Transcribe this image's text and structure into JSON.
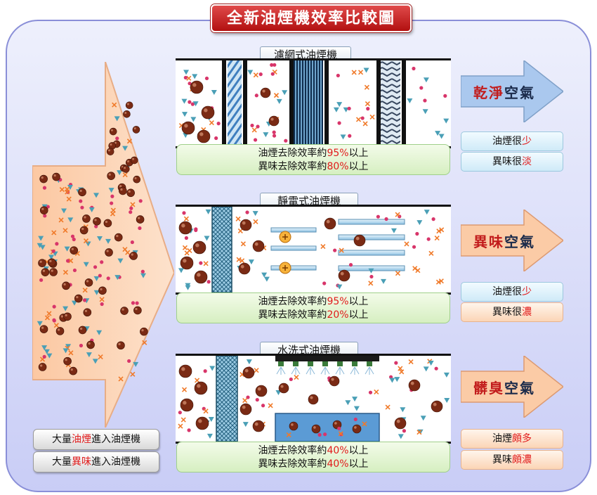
{
  "title": "全新油煙機效率比較圖",
  "inputs": [
    {
      "pre": "大量",
      "hl": "油煙",
      "post": "進入油煙機"
    },
    {
      "pre": "大量",
      "hl": "異味",
      "post": "進入油煙機"
    }
  ],
  "types": [
    {
      "label": "濾網式油煙機",
      "eff1": {
        "pre": "油煙去除效率約",
        "val": "95%",
        "post": "以上"
      },
      "eff2": {
        "pre": "異味去除效率約",
        "val": "80%",
        "post": "以上"
      },
      "result": {
        "hl": "乾淨",
        "rest": "空氣",
        "arrow_color": "#aac8ee"
      },
      "smoke": {
        "pre": "油煙很",
        "hl": "少",
        "style": "blue"
      },
      "odor": {
        "pre": "異味很",
        "hl": "淡",
        "style": "blue"
      }
    },
    {
      "label": "靜電式油煙機",
      "eff1": {
        "pre": "油煙去除效率約",
        "val": "95%",
        "post": "以上"
      },
      "eff2": {
        "pre": "異味去除效率約",
        "val": "20%",
        "post": "以上"
      },
      "result": {
        "hl": "異味",
        "rest": "空氣",
        "arrow_color": "#fbcba6"
      },
      "smoke": {
        "pre": "油煙很",
        "hl": "少",
        "style": "blue"
      },
      "odor": {
        "pre": "異味很",
        "hl": "濃",
        "style": "peach"
      }
    },
    {
      "label": "水洗式油煙機",
      "eff1": {
        "pre": "油煙去除效率約",
        "val": "40%",
        "post": "以上"
      },
      "eff2": {
        "pre": "異味去除效率約",
        "val": "40%",
        "post": "以上"
      },
      "result": {
        "hl": "髒臭",
        "rest": "空氣",
        "arrow_color": "#fbcba6"
      },
      "smoke": {
        "pre": "油煙",
        "hl": "頗多",
        "style": "peach"
      },
      "odor": {
        "pre": "異味",
        "hl": "頗濃",
        "style": "peach"
      }
    }
  ],
  "colors": {
    "accent_red": "#e11b1b",
    "title_red": "#c21c1c",
    "droplet": "#7a2a14"
  }
}
